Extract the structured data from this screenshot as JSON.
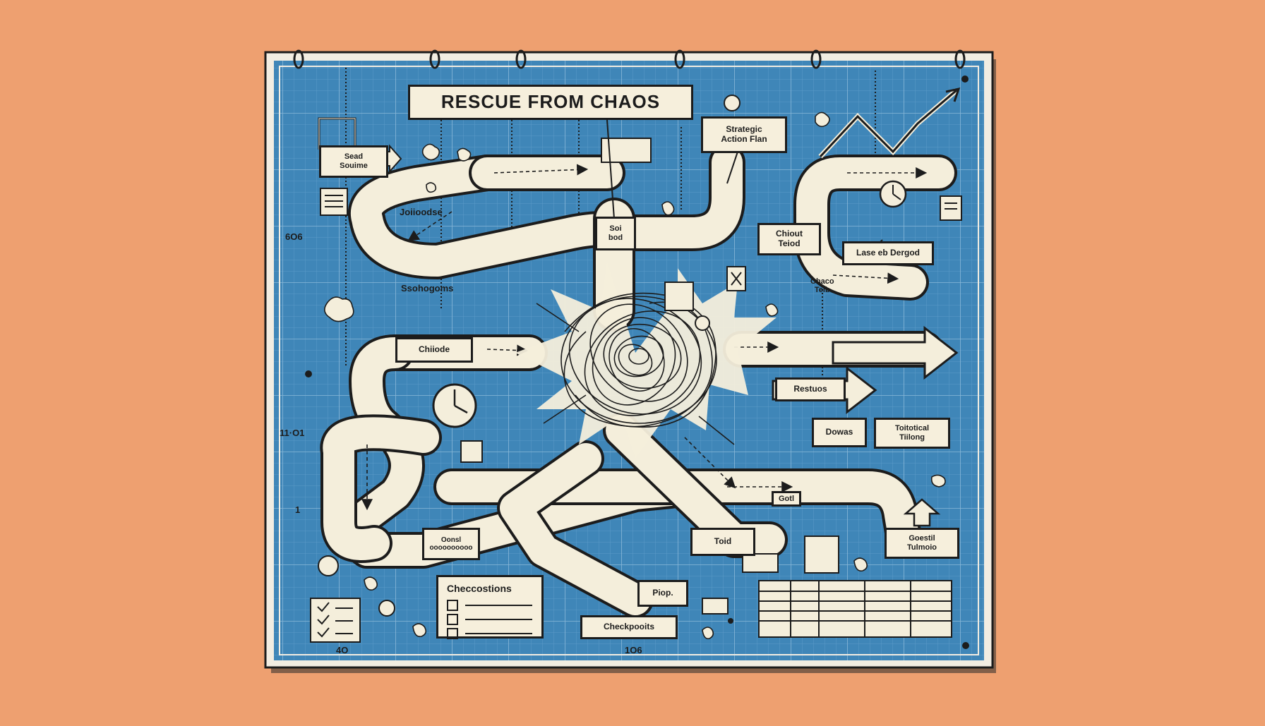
{
  "title": "RESCUE FROM CHAOS",
  "labels": {
    "strategic_plan": "Strategic\nAction Flan",
    "top_left_box": "Sead\nSouime",
    "pipe_upper_left": "Joiioodse",
    "pipe_lower_left": "Ssohogoms",
    "chiout": "Chiout\nTeiod",
    "lase": "Lase eb Dergod",
    "chaos_tend": "Chaco\nTeib",
    "chiiode": "Chiiode",
    "restuos": "Restuos",
    "dowas": "Dowas",
    "totical": "Toitotical\nTiilong",
    "gotl": "Gotl",
    "toid": "Toid",
    "goestil": "Goestil\nTulmoio",
    "checkpoints": "Checkpooits",
    "checkcostions": "Checcostions",
    "piop": "Piop.",
    "sub1": "Oonsl\noooooooooo",
    "small_box_center": "Soi\nbod"
  },
  "edge_marks": {
    "left_top": "6O6",
    "left_mid": "11·O1",
    "left_low": "1",
    "bottom_left": "4O",
    "bottom_mid": "1O6"
  },
  "colors": {
    "background": "#eea070",
    "blueprint": "#3f86b8",
    "grid_minor": "#5b9bc7",
    "grid_major": "#8ab8d8",
    "panel_border": "#f2ede2",
    "pipe_fill": "#f4eedb",
    "ink": "#1c1c1c"
  },
  "icons": [
    "ring-binder-icon",
    "trend-arrow-icon",
    "tangle-icon",
    "clock-icon",
    "checklist-icon",
    "table-icon",
    "arrow-right-icon",
    "arrow-up-icon"
  ]
}
